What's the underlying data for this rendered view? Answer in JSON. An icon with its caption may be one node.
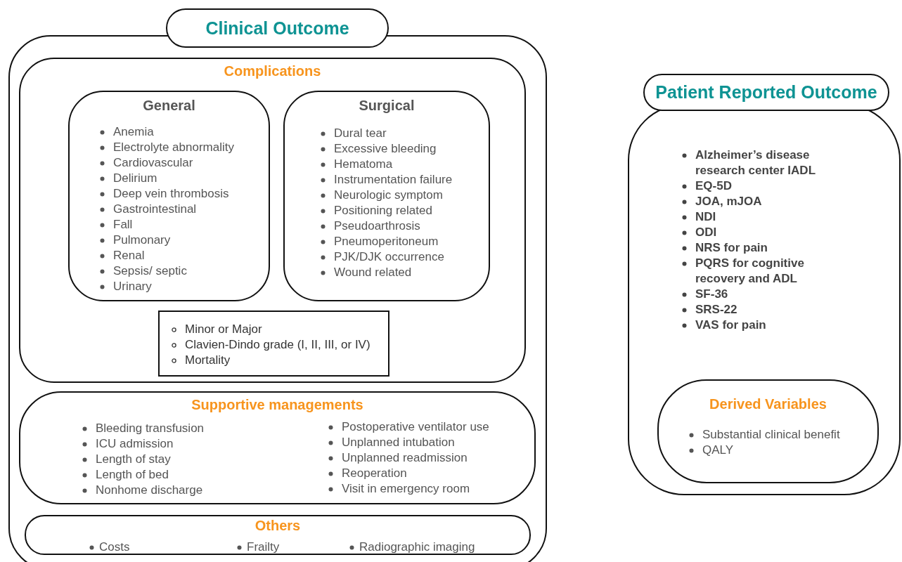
{
  "diagram": {
    "nodes": [
      {
        "text": [
          "Clinical Outcome"
        ]
      },
      {
        "text": [
          "Complications"
        ],
        "in": 0
      },
      {
        "text": [
          "General",
          "Anemia",
          "Electrolyte abnormality",
          "Cardiovascular",
          "Delirium",
          "Deep vein thrombosis",
          "Gastrointestinal",
          "Fall",
          "Pulmonary",
          "Renal",
          "Sepsis/ septic",
          "Urinary"
        ],
        "in": 1
      },
      {
        "text": [
          "Surgical",
          "Dural tear",
          "Excessive bleeding",
          "Hematoma",
          "Instrumentation failure",
          "Neurologic symptom",
          "Positioning related",
          "Pseudoarthrosis",
          "Pneumoperitoneum",
          "PJK/DJK occurrence",
          "Wound related"
        ],
        "in": 1
      },
      {
        "text": [
          "Minor or Major",
          "Clavien-Dindo grade (I, II, III, or IV)",
          "Mortality"
        ],
        "in": 1
      },
      {
        "text": [
          "Supportive managements",
          "Bleeding transfusion",
          "ICU admission",
          "Length of stay",
          "Length of bed",
          "Nonhome discharge",
          "Postoperative ventilator use",
          "Unplanned intubation",
          "Unplanned readmission",
          "Reoperation",
          "Visit in emergency room"
        ],
        "in": 0
      },
      {
        "text": [
          "Others",
          "Costs",
          "Frailty",
          "Radiographic imaging"
        ],
        "in": 0
      },
      {
        "text": [
          "Patient Reported Outcome",
          "Alzheimer’s disease research center IADL",
          "EQ-5D",
          "JOA, mJOA",
          "NDI",
          "ODI",
          "NRS for pain",
          "PQRS for cognitive recovery and ADL",
          "SF-36",
          "SRS-22",
          "VAS for pain"
        ]
      },
      {
        "text": [
          "Derived Variables",
          "Substantial clinical benefit",
          "QALY"
        ],
        "in": 7
      }
    ]
  }
}
